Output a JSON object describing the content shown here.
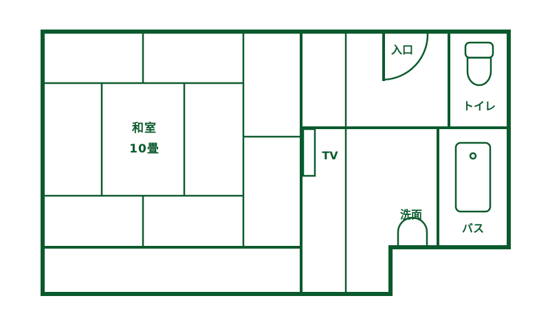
{
  "rooms": {
    "washitsu_line1": "和室",
    "washitsu_line2": "10畳",
    "entrance": "入口",
    "toilet": "トイレ",
    "tv": "TV",
    "washbasin": "洗面",
    "bath": "バス"
  },
  "colors": {
    "wall": "#0b5a2d",
    "background": "#ffffff"
  }
}
